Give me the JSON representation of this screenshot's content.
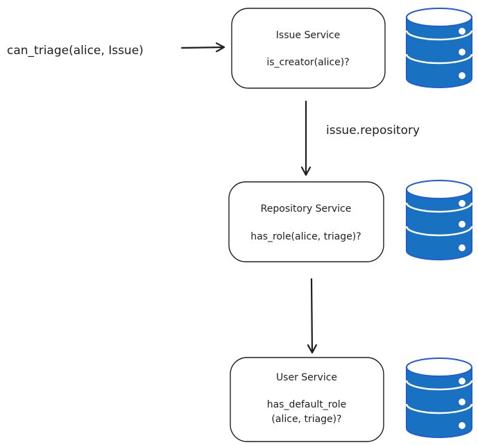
{
  "input_call": "can_triage(alice, Issue)",
  "edge_label": "issue.repository",
  "services": [
    {
      "name": "Issue Service",
      "check_line1": "is_creator(alice)?",
      "check_line2": ""
    },
    {
      "name": "Repository Service",
      "check_line1": "has_role(alice, triage)?",
      "check_line2": ""
    },
    {
      "name": "User Service",
      "check_line1": "has_default_role",
      "check_line2": "(alice, triage)?"
    }
  ],
  "colors": {
    "database_fill": "#1971c2",
    "database_stroke": "#1e5bd8",
    "stroke": "#1e1e1e",
    "background": "#ffffff"
  },
  "icons": [
    "database-icon",
    "arrow-icon"
  ]
}
